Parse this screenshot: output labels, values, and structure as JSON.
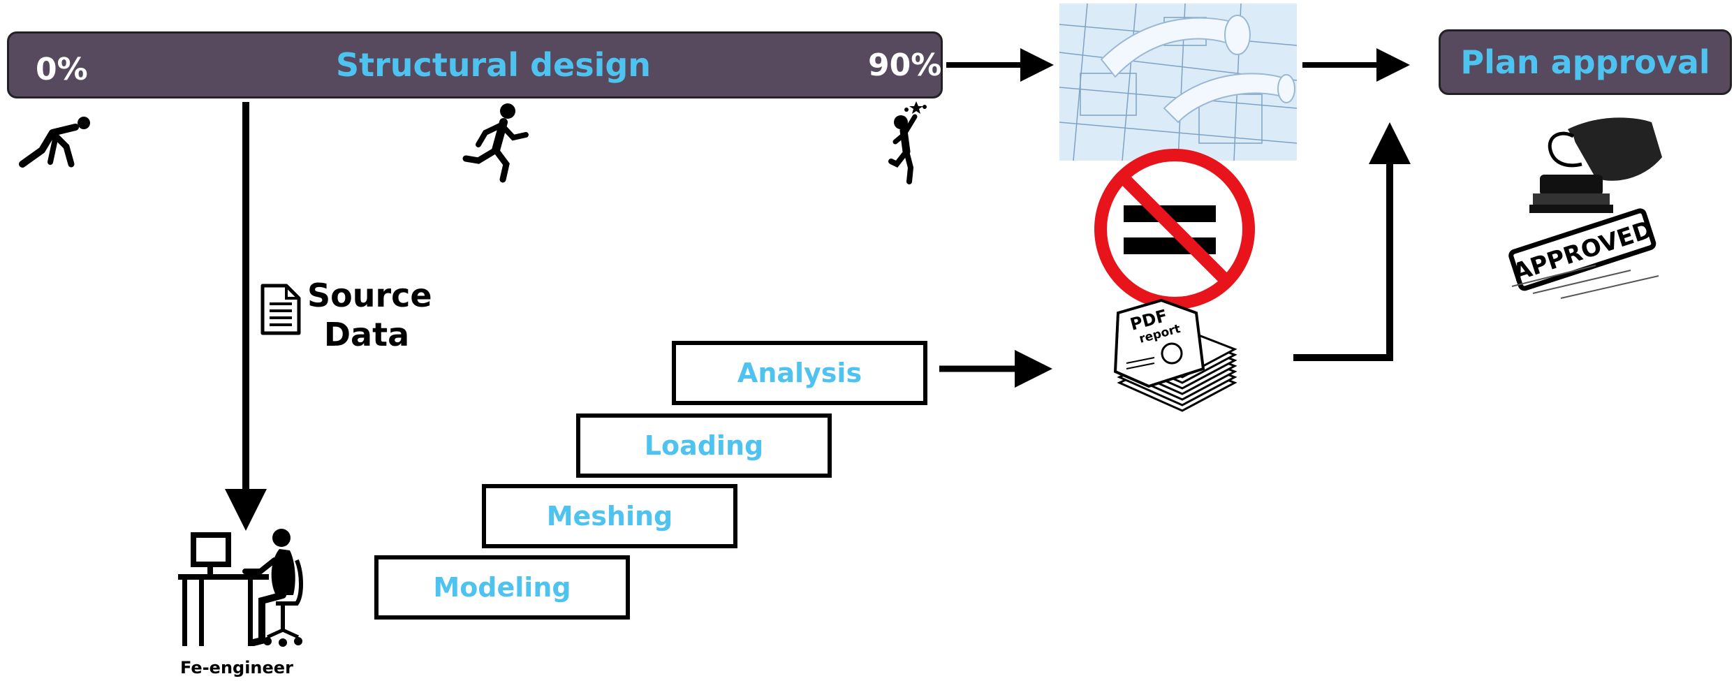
{
  "banner": {
    "start_label": "0%",
    "title": "Structural design",
    "end_label": "90%"
  },
  "plan_approval": {
    "label": "Plan approval"
  },
  "source": {
    "line1": "Source",
    "line2": "Data"
  },
  "engineer": {
    "caption": "Fe-engineer"
  },
  "steps": [
    "Modeling",
    "Meshing",
    "Loading",
    "Analysis"
  ],
  "report": {
    "line1": "PDF",
    "line2": "report"
  },
  "stamp": {
    "text": "APPROVED"
  },
  "colors": {
    "banner_bg": "#574a5e",
    "accent_text": "#4ec3f0",
    "no_sign": "#e8141b",
    "blueprint": "#d8eaf7"
  },
  "icons": [
    "crouching-runner-icon",
    "running-person-icon",
    "cheering-person-icon",
    "document-icon",
    "engineer-at-desk-icon",
    "blueprints-icon",
    "not-equal-sign-icon",
    "pdf-report-stack-icon",
    "approved-stamp-icon"
  ]
}
